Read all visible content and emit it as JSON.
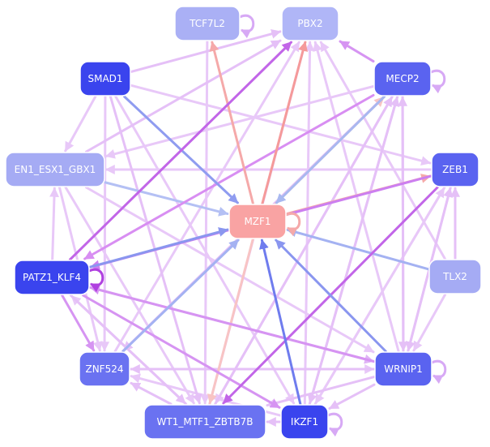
{
  "graph": {
    "title": "Transcription factor regulatory network",
    "nodes": [
      {
        "id": "TCF7L2",
        "label": "TCF7L2",
        "color": "#aab0f5",
        "self_loop": true
      },
      {
        "id": "PBX2",
        "label": "PBX2",
        "color": "#b0b6f7",
        "self_loop": false
      },
      {
        "id": "SMAD1",
        "label": "SMAD1",
        "color": "#3a44ee",
        "self_loop": false
      },
      {
        "id": "MECP2",
        "label": "MECP2",
        "color": "#5a63f0",
        "self_loop": true
      },
      {
        "id": "EN1_ESX1_GBX1",
        "label": "EN1_ESX1_GBX1",
        "color": "#a5abf4",
        "self_loop": false
      },
      {
        "id": "ZEB1",
        "label": "ZEB1",
        "color": "#5a63f0",
        "self_loop": false
      },
      {
        "id": "MZF1",
        "label": "MZF1",
        "color": "#f9a3a3",
        "self_loop": true
      },
      {
        "id": "PATZ1_KLF4",
        "label": "PATZ1_KLF4",
        "color": "#3a44ee",
        "self_loop": true
      },
      {
        "id": "TLX2",
        "label": "TLX2",
        "color": "#a5abf4",
        "self_loop": false
      },
      {
        "id": "ZNF524",
        "label": "ZNF524",
        "color": "#6a72f1",
        "self_loop": false
      },
      {
        "id": "WRNIP1",
        "label": "WRNIP1",
        "color": "#5a63f0",
        "self_loop": true
      },
      {
        "id": "WT1_MTF1_ZBTB7B",
        "label": "WT1_MTF1_ZBTB7B",
        "color": "#6a72f1",
        "self_loop": false
      },
      {
        "id": "IKZF1",
        "label": "IKZF1",
        "color": "#3a44ee",
        "self_loop": true
      }
    ],
    "edges": [
      {
        "source": "SMAD1",
        "target": "MZF1",
        "color": "#8f9cf0"
      },
      {
        "source": "EN1_ESX1_GBX1",
        "target": "MZF1",
        "color": "#b4c0f4"
      },
      {
        "source": "PATZ1_KLF4",
        "target": "MZF1",
        "color": "#8a96ef"
      },
      {
        "source": "ZNF524",
        "target": "MZF1",
        "color": "#a4b2f2"
      },
      {
        "source": "TLX2",
        "target": "MZF1",
        "color": "#a4b2f2"
      },
      {
        "source": "IKZF1",
        "target": "MZF1",
        "color": "#6f7cee"
      },
      {
        "source": "WRNIP1",
        "target": "MZF1",
        "color": "#8a96ef"
      },
      {
        "source": "MECP2",
        "target": "MZF1",
        "color": "#a8b8f0"
      },
      {
        "source": "MZF1",
        "target": "PBX2",
        "color": "#f59a9a"
      },
      {
        "source": "MZF1",
        "target": "TCF7L2",
        "color": "#f5a9a9"
      },
      {
        "source": "MZF1",
        "target": "ZEB1",
        "color": "#f5a9a9"
      },
      {
        "source": "MZF1",
        "target": "MECP2",
        "color": "#f8c4c4"
      },
      {
        "source": "MZF1",
        "target": "WT1_MTF1_ZBTB7B",
        "color": "#f8c4c4"
      },
      {
        "source": "PATZ1_KLF4",
        "target": "PBX2",
        "color": "#c266e8"
      },
      {
        "source": "ZEB1",
        "target": "WT1_MTF1_ZBTB7B",
        "color": "#c266e8"
      },
      {
        "source": "ZEB1",
        "target": "PATZ1_KLF4",
        "color": "#cc7ff0"
      },
      {
        "source": "MECP2",
        "target": "PATZ1_KLF4",
        "color": "#d88ef2"
      },
      {
        "source": "WRNIP1",
        "target": "PATZ1_KLF4",
        "color": "#d694f2"
      },
      {
        "source": "MECP2",
        "target": "PBX2",
        "color": "#d694f2"
      },
      {
        "source": "PATZ1_KLF4",
        "target": "IKZF1",
        "color": "#d694f2"
      },
      {
        "source": "SMAD1",
        "target": "PBX2",
        "color": "#e5c0f7"
      },
      {
        "source": "SMAD1",
        "target": "ZEB1",
        "color": "#e8c8f8"
      },
      {
        "source": "SMAD1",
        "target": "WT1_MTF1_ZBTB7B",
        "color": "#e5c0f7"
      },
      {
        "source": "SMAD1",
        "target": "ZNF524",
        "color": "#e8c8f8"
      },
      {
        "source": "SMAD1",
        "target": "IKZF1",
        "color": "#e8c8f8"
      },
      {
        "source": "SMAD1",
        "target": "EN1_ESX1_GBX1",
        "color": "#e8c8f8"
      },
      {
        "source": "EN1_ESX1_GBX1",
        "target": "PBX2",
        "color": "#e5c0f7"
      },
      {
        "source": "EN1_ESX1_GBX1",
        "target": "WRNIP1",
        "color": "#e8c8f8"
      },
      {
        "source": "EN1_ESX1_GBX1",
        "target": "WT1_MTF1_ZBTB7B",
        "color": "#e8c8f8"
      },
      {
        "source": "EN1_ESX1_GBX1",
        "target": "ZNF524",
        "color": "#e8c8f8"
      },
      {
        "source": "PATZ1_KLF4",
        "target": "EN1_ESX1_GBX1",
        "color": "#e8c8f8"
      },
      {
        "source": "PATZ1_KLF4",
        "target": "WRNIP1",
        "color": "#e0b4f6"
      },
      {
        "source": "PATZ1_KLF4",
        "target": "ZNF524",
        "color": "#d694f2"
      },
      {
        "source": "PATZ1_KLF4",
        "target": "WT1_MTF1_ZBTB7B",
        "color": "#e5c0f7"
      },
      {
        "source": "ZNF524",
        "target": "WRNIP1",
        "color": "#e8c8f8"
      },
      {
        "source": "WRNIP1",
        "target": "ZNF524",
        "color": "#e5c0f7"
      },
      {
        "source": "WRNIP1",
        "target": "WT1_MTF1_ZBTB7B",
        "color": "#e5c0f7"
      },
      {
        "source": "WRNIP1",
        "target": "PBX2",
        "color": "#e8c8f8"
      },
      {
        "source": "WRNIP1",
        "target": "MECP2",
        "color": "#e5c0f7"
      },
      {
        "source": "WRNIP1",
        "target": "ZEB1",
        "color": "#e5c0f7"
      },
      {
        "source": "IKZF1",
        "target": "WT1_MTF1_ZBTB7B",
        "color": "#e5c0f7"
      },
      {
        "source": "IKZF1",
        "target": "ZEB1",
        "color": "#e8c8f8"
      },
      {
        "source": "IKZF1",
        "target": "MECP2",
        "color": "#e5c0f7"
      },
      {
        "source": "IKZF1",
        "target": "PBX2",
        "color": "#e8c8f8"
      },
      {
        "source": "WT1_MTF1_ZBTB7B",
        "target": "MECP2",
        "color": "#e5c0f7"
      },
      {
        "source": "WT1_MTF1_ZBTB7B",
        "target": "PBX2",
        "color": "#e5c0f7"
      },
      {
        "source": "WT1_MTF1_ZBTB7B",
        "target": "ZNF524",
        "color": "#e5c0f7"
      },
      {
        "source": "WT1_MTF1_ZBTB7B",
        "target": "PATZ1_KLF4",
        "color": "#e8c8f8"
      },
      {
        "source": "ZNF524",
        "target": "MECP2",
        "color": "#e8c8f8"
      },
      {
        "source": "ZNF524",
        "target": "PBX2",
        "color": "#e8c8f8"
      },
      {
        "source": "MECP2",
        "target": "ZNF524",
        "color": "#e5c0f7"
      },
      {
        "source": "MECP2",
        "target": "EN1_ESX1_GBX1",
        "color": "#e8c8f8"
      },
      {
        "source": "MECP2",
        "target": "WRNIP1",
        "color": "#e5c0f7"
      },
      {
        "source": "MECP2",
        "target": "IKZF1",
        "color": "#e5c0f7"
      },
      {
        "source": "MECP2",
        "target": "WT1_MTF1_ZBTB7B",
        "color": "#e8c8f8"
      },
      {
        "source": "ZEB1",
        "target": "WRNIP1",
        "color": "#e5c0f7"
      },
      {
        "source": "ZEB1",
        "target": "EN1_ESX1_GBX1",
        "color": "#e8c8f8"
      },
      {
        "source": "ZEB1",
        "target": "IKZF1",
        "color": "#e8c8f8"
      },
      {
        "source": "TLX2",
        "target": "PBX2",
        "color": "#e8c8f8"
      },
      {
        "source": "TLX2",
        "target": "ZEB1",
        "color": "#e5c0f7"
      },
      {
        "source": "TLX2",
        "target": "WRNIP1",
        "color": "#e8c8f8"
      },
      {
        "source": "TCF7L2",
        "target": "WT1_MTF1_ZBTB7B",
        "color": "#e8c8f8"
      },
      {
        "source": "WRNIP1",
        "target": "IKZF1",
        "color": "#e5c0f7"
      },
      {
        "source": "IKZF1",
        "target": "ZNF524",
        "color": "#e8c8f8"
      }
    ]
  }
}
